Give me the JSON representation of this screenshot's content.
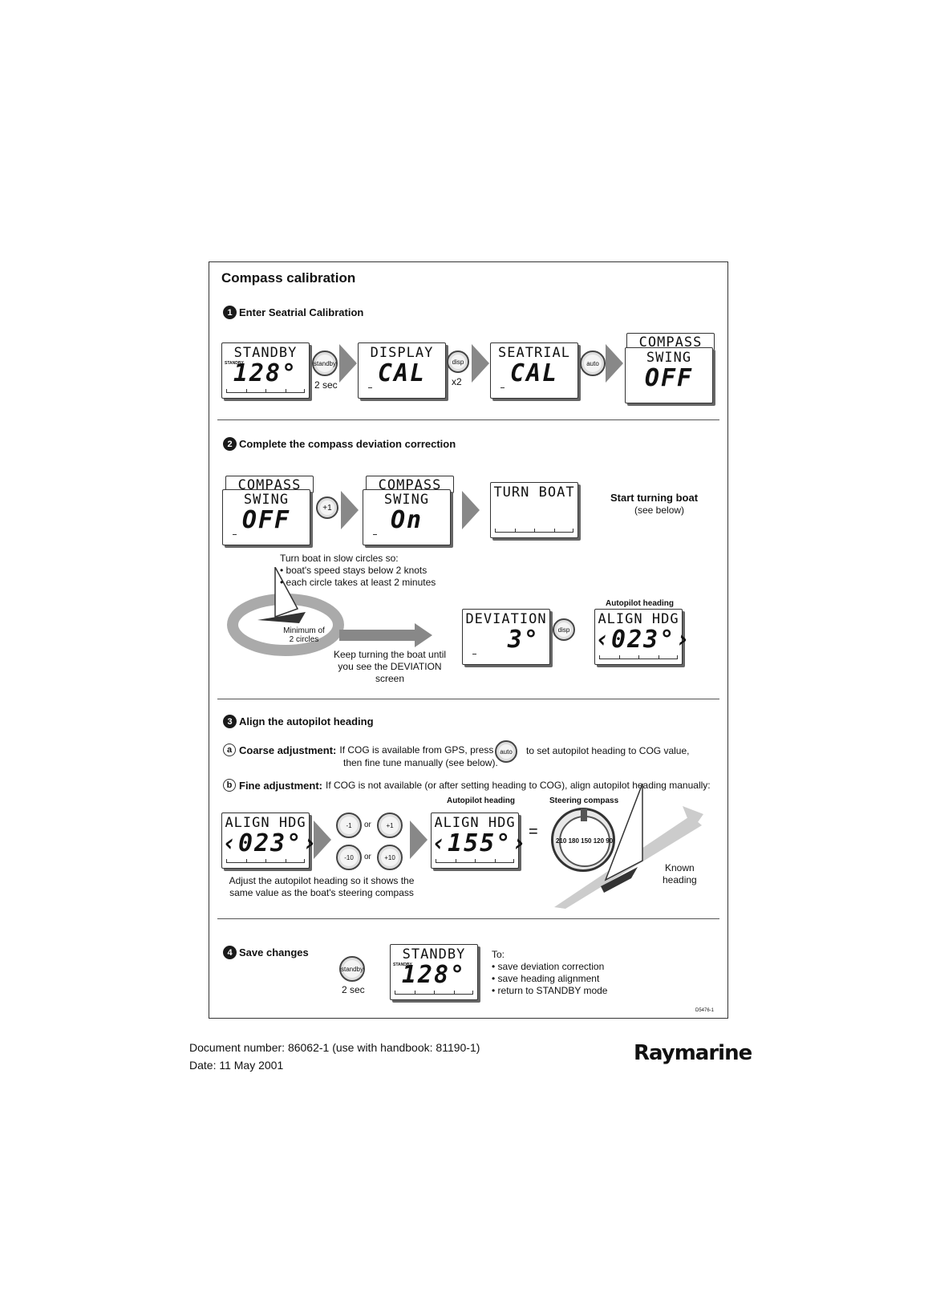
{
  "title": "Compass calibration",
  "sections": {
    "s1": {
      "num": "1",
      "label": "Enter Seatrial Calibration"
    },
    "s2": {
      "num": "2",
      "label": "Complete the compass deviation correction"
    },
    "s3": {
      "num": "3",
      "label": "Align the autopilot heading"
    },
    "s4": {
      "num": "4",
      "label": "Save changes"
    }
  },
  "lcd": {
    "standby_top": "STANDBY",
    "standby_big": "128°",
    "standby_small": "STANDBY",
    "display_top": "DISPLAY",
    "cal_big": "CAL",
    "seatrial_top": "SEATRIAL",
    "compass_top": "COMPASS",
    "swing": "SWING",
    "off": "OFF",
    "on": "On",
    "turn_boat": "TURN BOAT",
    "deviation_top": "DEVIATION",
    "deviation_big": "3°",
    "align_top": "ALIGN HDG",
    "align_big": "‹023°›",
    "align_big2": "‹155°›"
  },
  "buttons": {
    "standby": "standby",
    "disp": "disp",
    "auto": "auto",
    "plus1": "+1",
    "minus1": "-1",
    "plus10": "+10",
    "minus10": "-10"
  },
  "labels": {
    "two_sec": "2 sec",
    "x2": "x2",
    "or": "or",
    "equals": "=",
    "start_turning": "Start turning boat",
    "see_below": "(see below)",
    "turn_intro": "Turn boat in slow circles so:",
    "bullet1": "• boat's speed stays below 2 knots",
    "bullet2": "• each circle takes at least 2 minutes",
    "minimum": "Minimum of",
    "circles": "2 circles",
    "keep_turning1": "Keep turning the boat until",
    "keep_turning2": "you see the DEVIATION screen",
    "autopilot_heading": "Autopilot heading",
    "steering_compass": "Steering compass",
    "coarse_letter": "a",
    "coarse_bold": "Coarse adjustment:",
    "coarse_text1": "If COG is available from  GPS, press",
    "coarse_text2": "to set autopilot heading to COG value,",
    "coarse_text3": "then fine tune manually (see below).",
    "fine_letter": "b",
    "fine_bold": "Fine adjustment:",
    "fine_text": "If COG is not available (or after setting heading to COG), align autopilot heading manually:",
    "adjust1": "Adjust the autopilot heading so it shows the",
    "adjust2": "same value as the boat's steering compass",
    "known": "Known",
    "heading": "heading",
    "to": "To:",
    "save1": "• save deviation correction",
    "save2": "• save heading alignment",
    "save3": "• return to STANDBY mode",
    "ref": "D5476-1",
    "compass_ticks": "210 180 150 120 90"
  },
  "footer": {
    "doc": "Document number: 86062-1 (use with handbook: 81190-1)",
    "date": "Date: 11 May 2001",
    "logo": "Raymarine"
  }
}
